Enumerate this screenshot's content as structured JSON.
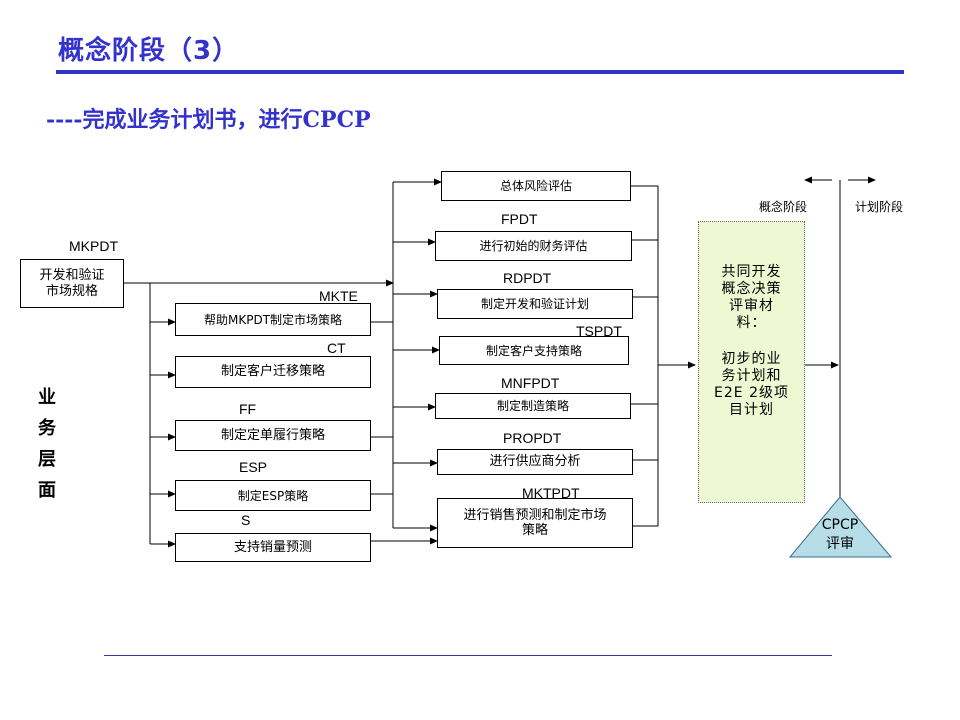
{
  "slide": {
    "title": "概念阶段（3）",
    "subtitle": "----完成业务计划书，进行CPCP"
  },
  "diagram": {
    "source_box": "开发和验证\n市场规格",
    "source_label": "MKPDT",
    "vertical_label": "业务层面",
    "left_column": [
      {
        "label": "MKTE",
        "text": "帮助MKPDT制定市场策略"
      },
      {
        "label": "CT",
        "text": "制定客户迁移策略"
      },
      {
        "label": "FF",
        "text": "制定定单履行策略"
      },
      {
        "label": "ESP",
        "text": "制定ESP策略"
      },
      {
        "label": "S",
        "text": "支持销量预测"
      }
    ],
    "middle_column": [
      {
        "label": "",
        "text": "总体风险评估"
      },
      {
        "label": "FPDT",
        "text": "进行初始的财务评估"
      },
      {
        "label": "RDPDT",
        "text": "制定开发和验证计划"
      },
      {
        "label": "TSPDT",
        "text": "制定客户支持策略"
      },
      {
        "label": "MNFPDT",
        "text": "制定制造策略"
      },
      {
        "label": "PROPDT",
        "text": "进行供应商分析"
      },
      {
        "label": "MKTPDT",
        "text": "进行销售预测和制定市场\n策略"
      }
    ],
    "materials": {
      "heading": "共同开发\n概念决策\n评审材\n料：",
      "body": "初步的业\n务计划和\nE2E 2级项\n目计划"
    },
    "stages": {
      "left": "概念阶段",
      "right": "计划阶段"
    },
    "review": "CPCP\n评审"
  }
}
